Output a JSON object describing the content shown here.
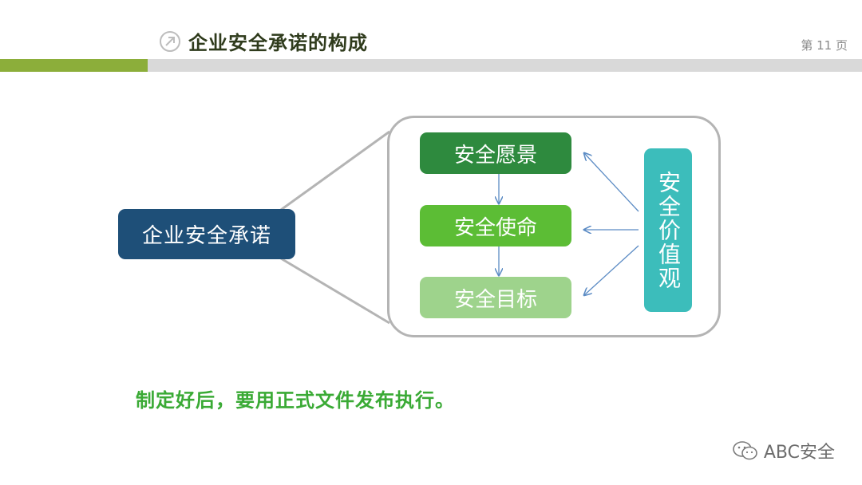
{
  "header": {
    "title": "企业安全承诺的构成",
    "page_number": "第 11 页"
  },
  "diagram": {
    "root": "企业安全承诺",
    "items": [
      "安全愿景",
      "安全使命",
      "安全目标"
    ],
    "values": "安全价值观"
  },
  "note": "制定好后，要用正式文件发布执行。",
  "watermark": "ABC安全",
  "colors": {
    "accent_green": "#8cae3a",
    "root_box": "#1e4f78",
    "item_1": "#2e8a3e",
    "item_2": "#5cbd35",
    "item_3": "#9ed38c",
    "values_box": "#3cbdbb",
    "note_text": "#3aaa35"
  }
}
